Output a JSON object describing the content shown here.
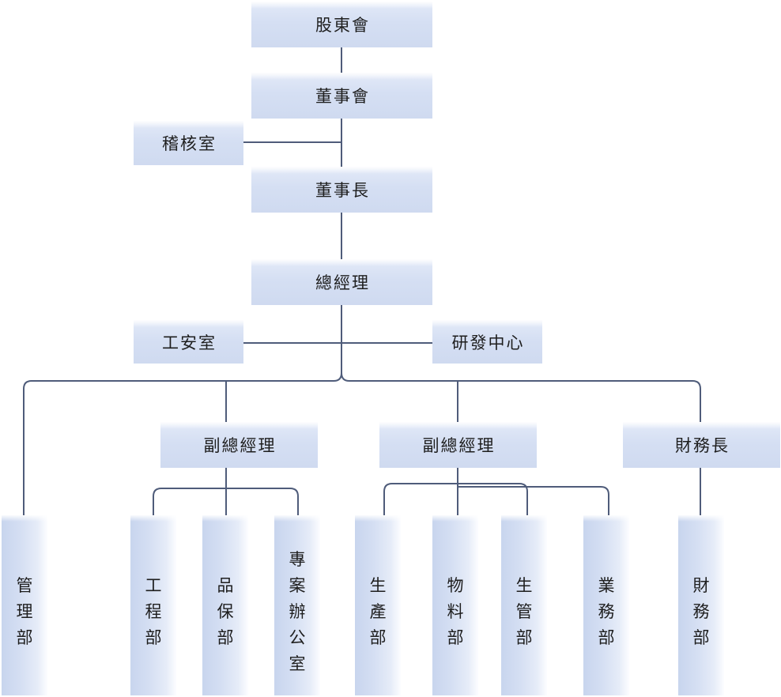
{
  "colors": {
    "line": "#4f5c7a",
    "box": "#d5dff3",
    "text": "#1e1e1e"
  },
  "org_chart": {
    "shareholders_meeting": "股東會",
    "board_of_directors": "董事會",
    "audit_office": "稽核室",
    "chairman": "董事長",
    "general_manager": "總經理",
    "safety_office": "工安室",
    "rnd_center": "研發中心",
    "vice_gm_left": "副總經理",
    "vice_gm_right": "副總經理",
    "cfo": "財務長",
    "departments": {
      "management": "管理部",
      "engineering": "工程部",
      "quality_assurance": "品保部",
      "project_office": "專案辦公室",
      "production": "生產部",
      "materials": "物料部",
      "production_control": "生管部",
      "sales": "業務部",
      "finance": "財務部"
    }
  }
}
